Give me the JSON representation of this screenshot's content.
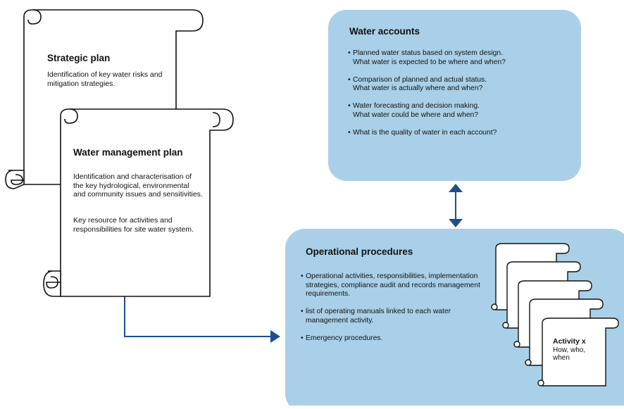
{
  "strategic_plan": {
    "title": "Strategic plan",
    "body": "Identification of key water risks and mitigation strategies."
  },
  "water_management_plan": {
    "title": "Water management plan",
    "body1": "Identification and characterisation of the key hydrological, environmental and community issues and sensitivities.",
    "body2": "Key resource for activities and responsibilities for site water system."
  },
  "water_accounts": {
    "title": "Water accounts",
    "items": [
      {
        "l1": "Planned water status based on system design.",
        "l2": "What water is expected to be where and when?"
      },
      {
        "l1": "Comparison of planned and actual status.",
        "l2": "What water is actually where and when?"
      },
      {
        "l1": "Water forecasting and decision making.",
        "l2": "What water could be where and when?"
      },
      {
        "l1": "What is the quality of water in each account?",
        "l2": ""
      }
    ]
  },
  "operational_procedures": {
    "title": "Operational procedures",
    "items": [
      {
        "l1": "Operational activities, responsibilities, implementation strategies, compliance audit and records management requirements."
      },
      {
        "l1": "list of operating manuals linked to each water management activity."
      },
      {
        "l1": "Emergency procedures."
      }
    ]
  },
  "activity": {
    "title": "Activity x",
    "body": "How, who, when"
  },
  "colors": {
    "box_fill": "#a9d0e8",
    "arrow": "#1d4f8c",
    "stroke": "#111111"
  }
}
